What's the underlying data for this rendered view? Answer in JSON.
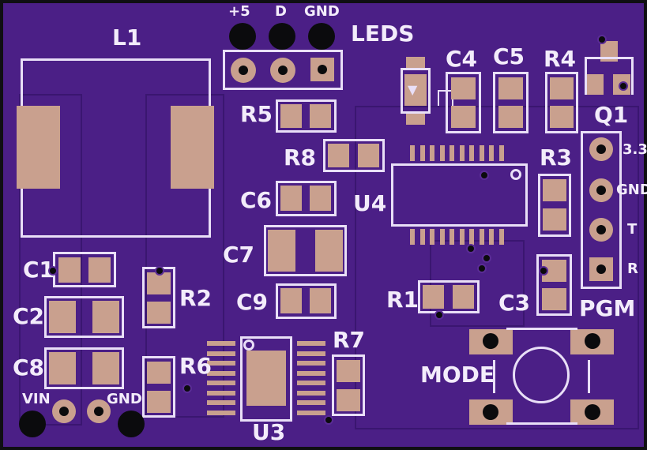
{
  "board": {
    "labels": {
      "l1": "L1",
      "p5": "+5",
      "d": "D",
      "gnd_top": "GND",
      "leds": "LEDS",
      "c4": "C4",
      "c5": "C5",
      "r4": "R4",
      "q1": "Q1",
      "r5": "R5",
      "r8": "R8",
      "r3": "R3",
      "v33": "3.3",
      "gnd_pgm": "GND",
      "t": "T",
      "r": "R",
      "c6": "C6",
      "u4": "U4",
      "c7": "C7",
      "c1": "C1",
      "r2": "R2",
      "c2": "C2",
      "c9": "C9",
      "r1": "R1",
      "c3": "C3",
      "pgm": "PGM",
      "r7": "R7",
      "c8": "C8",
      "r6": "R6",
      "mode": "MODE",
      "vin": "VIN",
      "gnd_bottom": "GND",
      "u3": "U3"
    }
  }
}
